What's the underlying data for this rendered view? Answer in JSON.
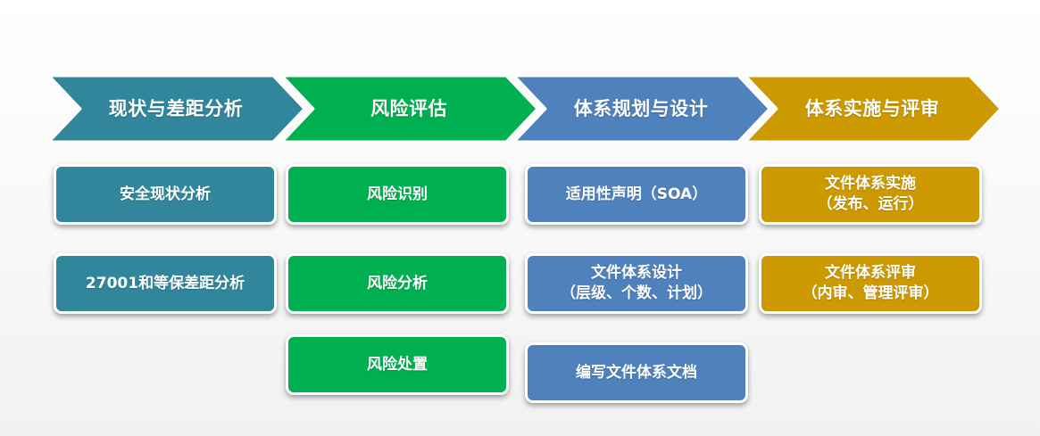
{
  "colors": {
    "teal": "#31869b",
    "green": "#00b050",
    "blue": "#4f81bd",
    "gold": "#cc9900"
  },
  "phases": [
    {
      "title": "现状与差距分析",
      "color": "#31869b",
      "items": [
        "安全现状分析",
        "27001和等保差距分析"
      ]
    },
    {
      "title": "风险评估",
      "color": "#00b050",
      "items": [
        "风险识别",
        "风险分析",
        "风险处置"
      ]
    },
    {
      "title": "体系规划与设计",
      "color": "#4f81bd",
      "items": [
        "适用性声明（SOA）",
        "文件体系设计\n（层级、个数、计划）",
        "编写文件体系文档"
      ]
    },
    {
      "title": "体系实施与评审",
      "color": "#cc9900",
      "items": [
        "文件体系实施\n（发布、运行）",
        "文件体系评审\n（内审、管理评审）"
      ]
    }
  ]
}
